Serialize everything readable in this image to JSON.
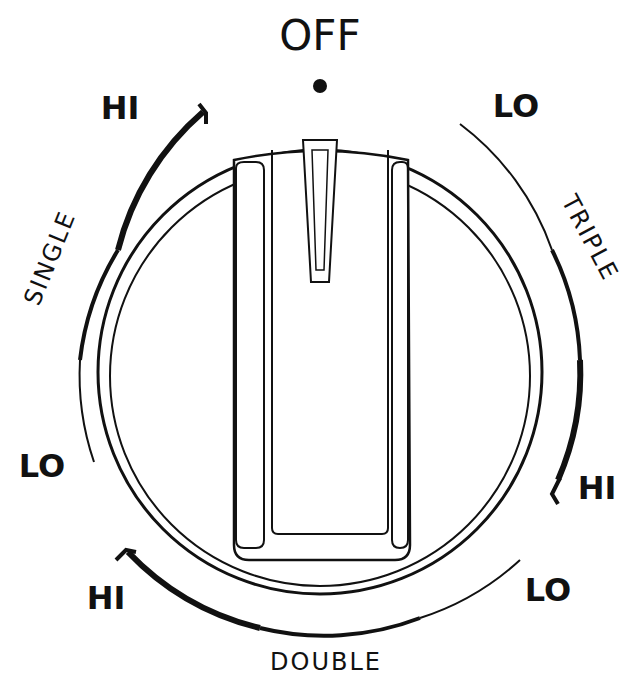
{
  "diagram": {
    "labels": [
      "OFF",
      "HI",
      "LO",
      "SINGLE",
      "TRIPLE",
      "LO",
      "HI",
      "HI",
      "LO",
      "DOUBLE"
    ]
  }
}
